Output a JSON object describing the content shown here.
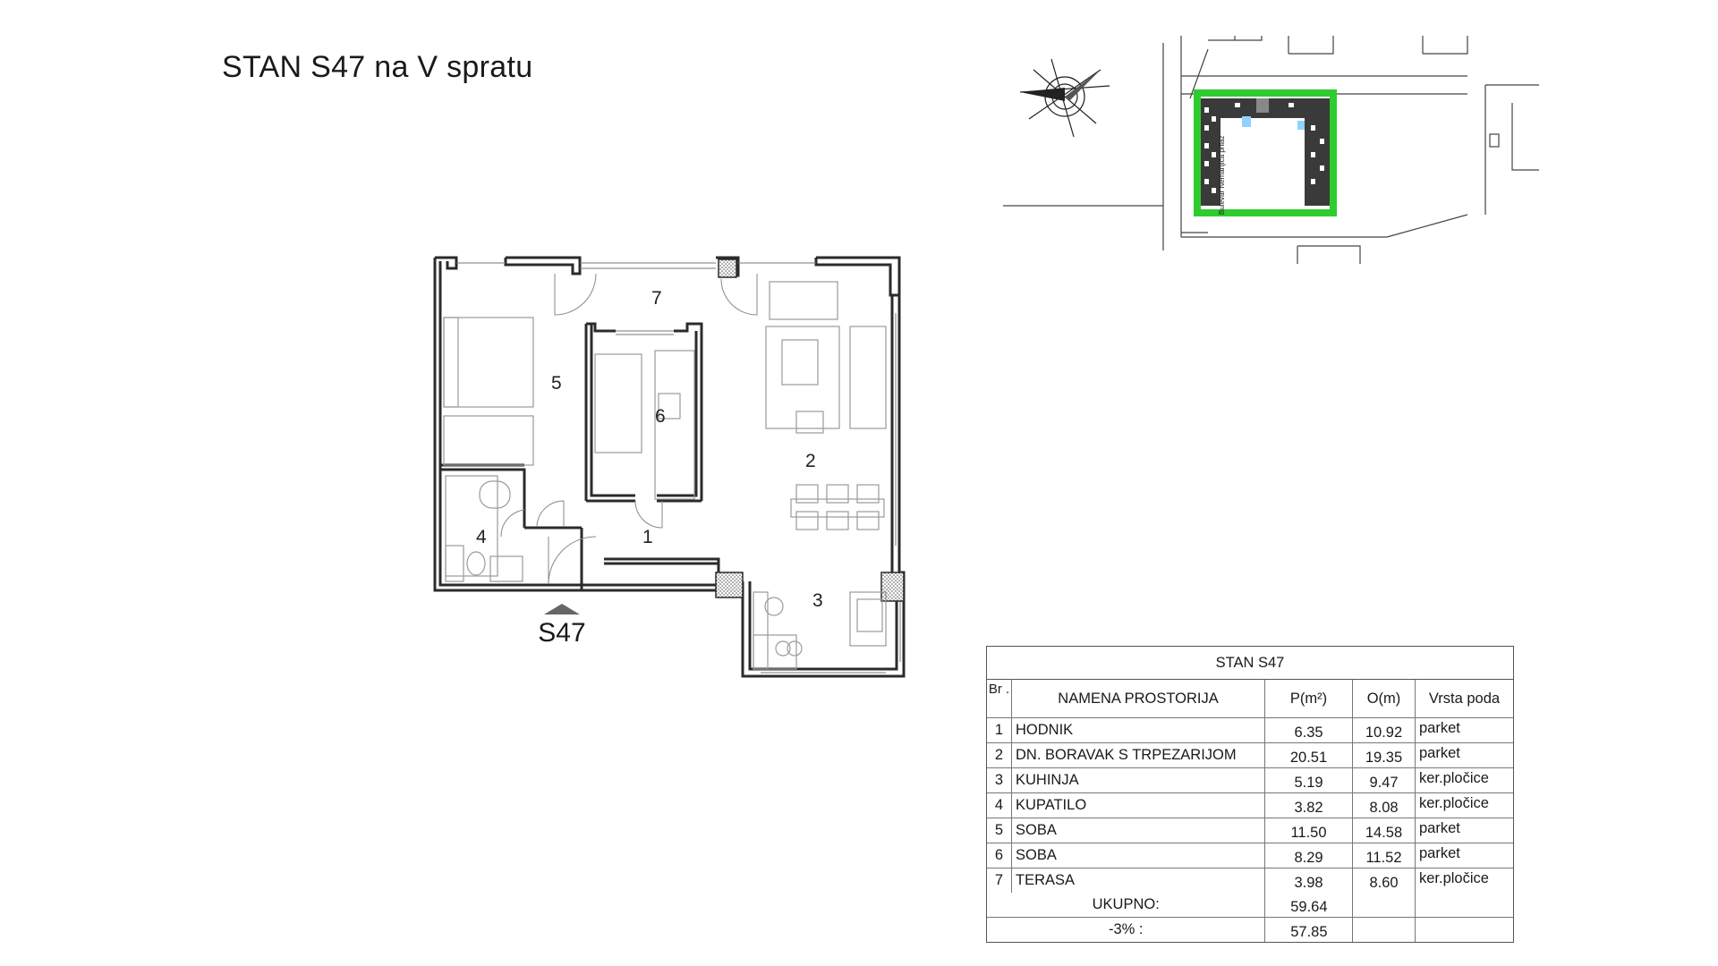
{
  "title": "STAN S47 na  V spratu",
  "unit_marker": "S47",
  "rooms_on_plan": [
    {
      "number": "1"
    },
    {
      "number": "2"
    },
    {
      "number": "3"
    },
    {
      "number": "4"
    },
    {
      "number": "5"
    },
    {
      "number": "6"
    },
    {
      "number": "7"
    }
  ],
  "site_plan": {
    "street_label": "Bulevar Nemanjića prilaz"
  },
  "table": {
    "title": "STAN S47",
    "headers": {
      "br": "Br .",
      "name": "NAMENA PROSTORIJA",
      "p": "P(m²)",
      "o": "O(m)",
      "floor": "Vrsta poda"
    },
    "rows": [
      {
        "br": "1",
        "name": "HODNIK",
        "p": "6.35",
        "o": "10.92",
        "floor": "parket"
      },
      {
        "br": "2",
        "name": "DN. BORAVAK S TRPEZARIJOM",
        "p": "20.51",
        "o": "19.35",
        "floor": "parket"
      },
      {
        "br": "3",
        "name": "KUHINJA",
        "p": "5.19",
        "o": "9.47",
        "floor": "ker.pločice"
      },
      {
        "br": "4",
        "name": "KUPATILO",
        "p": "3.82",
        "o": "8.08",
        "floor": "ker.pločice"
      },
      {
        "br": "5",
        "name": "SOBA",
        "p": "11.50",
        "o": "14.58",
        "floor": "parket"
      },
      {
        "br": "6",
        "name": "SOBA",
        "p": "8.29",
        "o": "11.52",
        "floor": "parket"
      },
      {
        "br": "7",
        "name": "TERASA",
        "p": "3.98",
        "o": "8.60",
        "floor": "ker.pločice"
      }
    ],
    "total_label": "UKUPNO:",
    "total_value": "59.64",
    "reduced_label": "-3% :",
    "reduced_value": "57.85"
  },
  "colors": {
    "wall": "#2b2b2b",
    "hatch": "#8a8a8a",
    "garden": "#2ecc2e",
    "furniture": "#9a9a9a"
  }
}
